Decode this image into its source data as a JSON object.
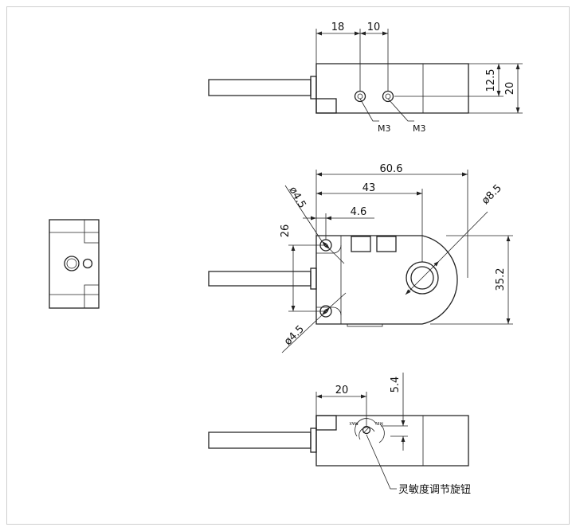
{
  "top_view": {
    "dim_hole1_offset": "18",
    "dim_hole_spacing": "10",
    "dim_hole_height": "12.5",
    "dim_total_height": "20",
    "thread1": "M3",
    "thread2": "M3"
  },
  "front_view": {
    "dim_total_length": "60.6",
    "dim_center_offset": "43",
    "dim_hole_dia_top": "ø4.5",
    "dim_hole_inset": "4.6",
    "dim_hole_spacing": "26",
    "dim_center_hole_dia": "ø8.5",
    "dim_total_width": "35.2",
    "dim_hole_dia_bottom": "ø4.5"
  },
  "bottom_view": {
    "dim_knob_offset": "20",
    "dim_knob_height": "5.4",
    "knob_label_max": "MAX",
    "knob_label_min": "MIN",
    "callout": "灵敏度调节旋钮"
  }
}
